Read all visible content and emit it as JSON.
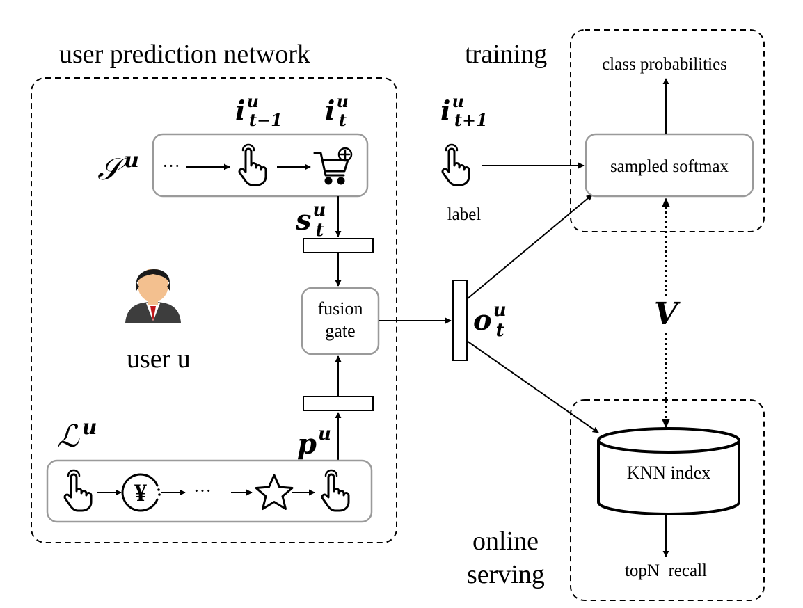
{
  "labels": {
    "user_prediction_network": "user prediction network",
    "training": "training",
    "online_serving_line1": "online",
    "online_serving_line2": "serving",
    "class_probabilities": "class probabilities",
    "sampled_softmax": "sampled softmax",
    "label": "label",
    "fusion_gate_line1": "fusion",
    "fusion_gate_line2": "gate",
    "user": "user u",
    "knn_index": "KNN index",
    "topn_recall": "topN  recall",
    "ellipsis": "···"
  },
  "symbols": {
    "S": {
      "base": "𝒮",
      "sup": "u"
    },
    "L": {
      "base": "ℒ",
      "sup": "u"
    },
    "i_prev": {
      "base": "i",
      "sup": "u",
      "sub": "t−1"
    },
    "i_t": {
      "base": "i",
      "sup": "u",
      "sub": "t"
    },
    "i_next": {
      "base": "i",
      "sup": "u",
      "sub": "t+1"
    },
    "s_t": {
      "base": "s",
      "sup": "u",
      "sub": "t"
    },
    "p": {
      "base": "p",
      "sup": "u"
    },
    "o_t": {
      "base": "o",
      "sup": "u",
      "sub": "t"
    },
    "V": "V"
  },
  "icons": {
    "click": "pointing-hand-icon",
    "cart": "add-to-cart-icon",
    "yuan": "yuan-coin-icon",
    "star": "star-icon",
    "user": "user-avatar-icon",
    "yuan_glyph": "¥"
  },
  "colors": {
    "stroke": "#000000",
    "box_border": "#9a9a9a",
    "user_skin": "#f3c08f",
    "user_suit": "#3d3d3d",
    "user_tie": "#c0171b"
  }
}
